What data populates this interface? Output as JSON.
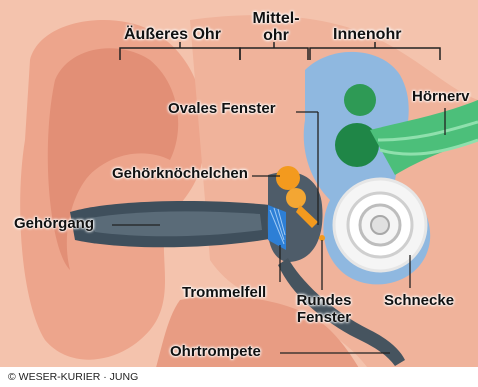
{
  "diagram": {
    "sections": {
      "outer": "Äußeres Ohr",
      "middle_line1": "Mittel-",
      "middle_line2": "ohr",
      "inner": "Innenohr"
    },
    "labels": {
      "ear_canal": "Gehörgang",
      "ossicles": "Gehörknöchelchen",
      "oval_window": "Ovales Fenster",
      "auditory_nerve": "Hörnerv",
      "eardrum": "Trommelfell",
      "round_window_line1": "Rundes",
      "round_window_line2": "Fenster",
      "cochlea": "Schnecke",
      "eustachian_tube": "Ohrtrompete"
    },
    "credit": "© WESER-KURIER · JUNG",
    "colors": {
      "skin": "#f2b8a0",
      "skin_dark": "#e4977d",
      "canal": "#3f4f5c",
      "inner_blue": "#8fb8e0",
      "nerve_green": "#4cbf7a",
      "ossicle_orange": "#f39a1e",
      "eardrum_blue": "#2d7fd6"
    }
  }
}
